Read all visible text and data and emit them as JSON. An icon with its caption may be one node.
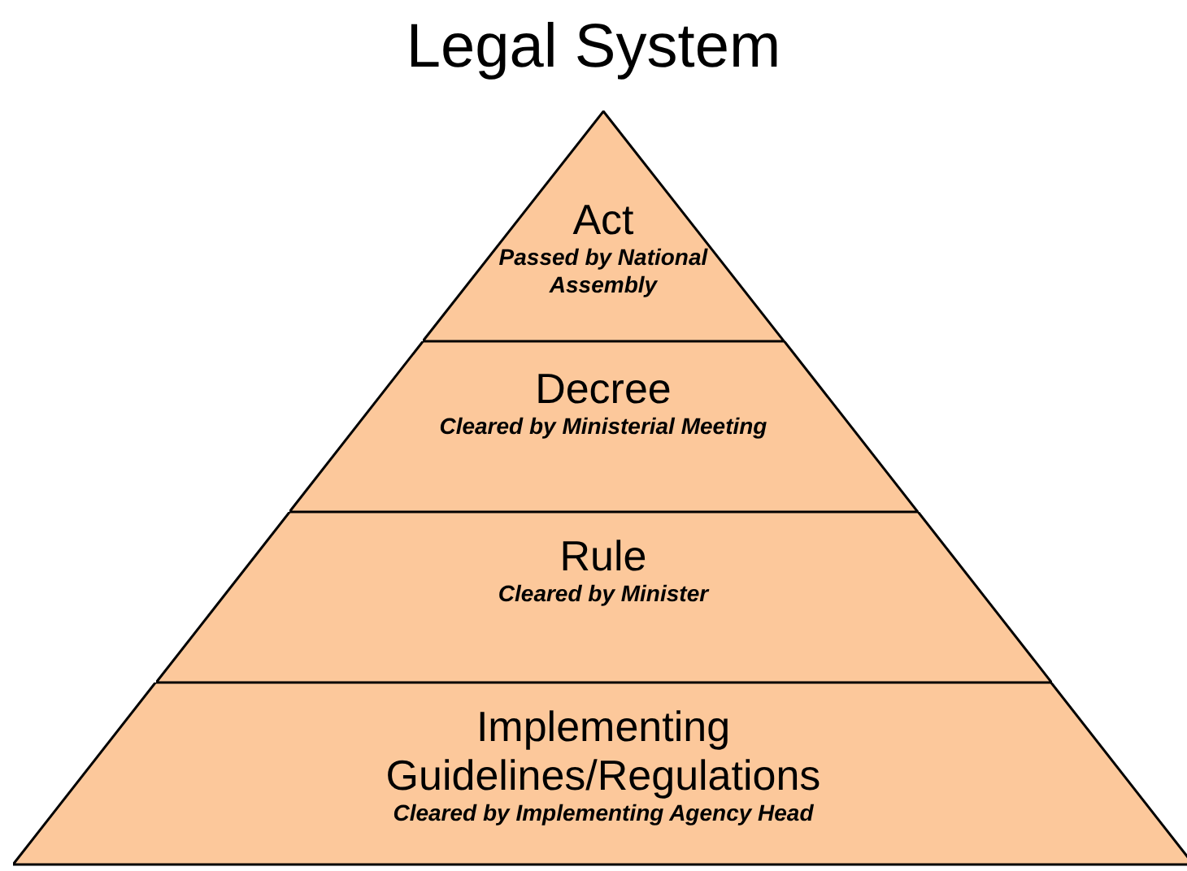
{
  "diagram": {
    "title": "Legal System",
    "nodes": [
      {
        "text": [
          "Act",
          "Passed by National Assembly"
        ]
      },
      {
        "text": [
          "Decree",
          "Cleared by Ministerial Meeting"
        ]
      },
      {
        "text": [
          "Rule",
          "Cleared by Minister"
        ]
      },
      {
        "text": [
          "Implementing Guidelines/Regulations",
          "Cleared by Implementing Agency Head"
        ]
      }
    ]
  }
}
